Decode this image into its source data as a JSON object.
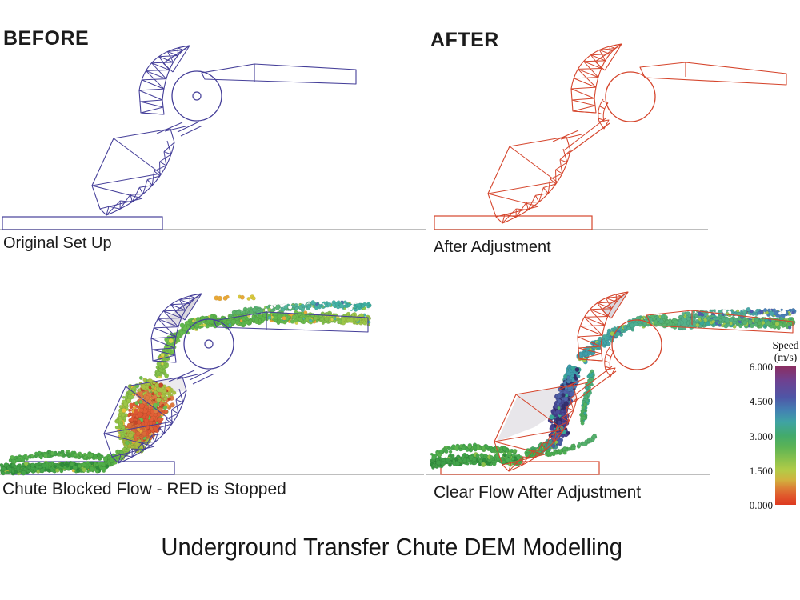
{
  "title": "Underground Transfer Chute DEM Modelling",
  "panels": {
    "before": {
      "header": "BEFORE",
      "caption": "Original Set Up"
    },
    "after": {
      "header": "AFTER",
      "caption": "After Adjustment"
    },
    "blocked": {
      "caption": "Chute Blocked Flow - RED is Stopped"
    },
    "clear": {
      "caption": "Clear Flow After Adjustment"
    }
  },
  "legend": {
    "title_line1": "Speed",
    "title_line2": "(m/s)",
    "ticks": [
      "6.000",
      "4.500",
      "3.000",
      "1.500",
      "0.000"
    ],
    "gradient": [
      [
        0.0,
        "#8b2e62"
      ],
      [
        0.1,
        "#6f4190"
      ],
      [
        0.22,
        "#4f55a6"
      ],
      [
        0.32,
        "#4382b2"
      ],
      [
        0.4,
        "#3fa3a4"
      ],
      [
        0.5,
        "#43aa6b"
      ],
      [
        0.58,
        "#5bb355"
      ],
      [
        0.68,
        "#8ec24c"
      ],
      [
        0.75,
        "#b3cb47"
      ],
      [
        0.82,
        "#d1b23f"
      ],
      [
        0.88,
        "#dc7e35"
      ],
      [
        0.94,
        "#e0552b"
      ],
      [
        1.0,
        "#de3a20"
      ]
    ]
  },
  "colors": {
    "before_wireframe": "#453f99",
    "after_wireframe": "#d5452c",
    "ground": "#a9a9a9",
    "shade": "#d9d6dc",
    "background": "#ffffff"
  },
  "simulation": {
    "blocked": {
      "flows": [
        {
          "name": "belt-top-layer",
          "spine": [
            [
              462,
              384
            ],
            [
              425,
              381
            ],
            [
              385,
              383
            ],
            [
              345,
              385
            ],
            [
              310,
              390
            ],
            [
              285,
              396
            ]
          ],
          "width": 10,
          "count": 260,
          "radius": [
            1.6,
            2.8
          ],
          "colors": [
            "#3fb0a2",
            "#49b4a8",
            "#52b49a",
            "#5ab478",
            "#5cb46a"
          ],
          "jitter": [
            [
              "#ffffff",
              0.1
            ],
            [
              "#8cc84f",
              0.08
            ],
            [
              "#4f6fb0",
              0.03
            ]
          ]
        },
        {
          "name": "belt-main",
          "spine": [
            [
              462,
              400
            ],
            [
              420,
              398
            ],
            [
              375,
              397
            ],
            [
              330,
              398
            ],
            [
              298,
              401
            ],
            [
              281,
              404
            ]
          ],
          "width": 14,
          "count": 430,
          "radius": [
            1.7,
            3.0
          ],
          "colors": [
            "#9cc648",
            "#84c04b",
            "#6cbc4e",
            "#60b84d",
            "#5cb44c"
          ],
          "jitter": [
            [
              "#d4d44e",
              0.08
            ],
            [
              "#e8a838",
              0.04
            ],
            [
              "#49b4a8",
              0.05
            ]
          ]
        },
        {
          "name": "hood-stream",
          "spine": [
            [
              281,
              401
            ],
            [
              255,
              402
            ],
            [
              233,
              409
            ],
            [
              217,
              422
            ],
            [
              208,
              439
            ],
            [
              203,
              457
            ],
            [
              200,
              472
            ]
          ],
          "width": 15,
          "count": 300,
          "radius": [
            1.7,
            3.0
          ],
          "colors": [
            "#5cb44c",
            "#60b84e",
            "#68bc4f",
            "#76c04d",
            "#84c24a"
          ],
          "jitter": [
            [
              "#d4d44e",
              0.05
            ],
            [
              "#e8a838",
              0.03
            ]
          ]
        },
        {
          "name": "chute-blocked",
          "spine": [
            [
              199,
              480
            ],
            [
              193,
              496
            ],
            [
              186,
              513
            ],
            [
              178,
              530
            ],
            [
              170,
              546
            ],
            [
              163,
              559
            ]
          ],
          "width": [
            56,
            36
          ],
          "count": 800,
          "radius": [
            1.8,
            3.2
          ],
          "colors": [
            "#a8c244",
            "#dd7a42",
            "#e25f36",
            "#de5833",
            "#d96a38",
            "#a8b93f"
          ],
          "jitter": [
            [
              "#6cbc4f",
              0.08
            ],
            [
              "#e8a838",
              0.06
            ],
            [
              "#c64628",
              0.08
            ]
          ]
        },
        {
          "name": "chute-left-edge",
          "spine": [
            [
              167,
              484
            ],
            [
              156,
              506
            ],
            [
              150,
              528
            ],
            [
              152,
              548
            ]
          ],
          "width": 11,
          "count": 150,
          "radius": [
            1.6,
            2.8
          ],
          "colors": [
            "#8cc24a",
            "#9cc646",
            "#90c447"
          ],
          "jitter": [
            [
              "#e8c23a",
              0.08
            ]
          ]
        },
        {
          "name": "exit-stream",
          "spine": [
            [
              161,
              561
            ],
            [
              148,
              571
            ],
            [
              133,
              578
            ]
          ],
          "width": 12,
          "count": 110,
          "radius": [
            1.7,
            3.0
          ],
          "colors": [
            "#8cc24a",
            "#66b848",
            "#54b048"
          ],
          "jitter": []
        },
        {
          "name": "bottom-belt",
          "spine": [
            [
              134,
              583
            ],
            [
              105,
              584
            ],
            [
              72,
              583
            ],
            [
              42,
              585
            ],
            [
              14,
              586
            ],
            [
              2,
              587
            ]
          ],
          "width": 13,
          "count": 430,
          "radius": [
            1.7,
            3.0
          ],
          "colors": [
            "#50ae48",
            "#49a846",
            "#44a449",
            "#41a046"
          ],
          "jitter": [
            [
              "#2f8f3c",
              0.14
            ],
            [
              "#8cc24a",
              0.1
            ],
            [
              "#e8c23a",
              0.02
            ]
          ]
        },
        {
          "name": "bottom-belt-surface",
          "spine": [
            [
              128,
              571
            ],
            [
              98,
              569
            ],
            [
              66,
              567
            ],
            [
              38,
              571
            ],
            [
              12,
              576
            ]
          ],
          "width": 8,
          "count": 150,
          "radius": [
            1.6,
            2.8
          ],
          "colors": [
            "#4aa847",
            "#47a449",
            "#4cac4b"
          ],
          "jitter": [
            [
              "#5ab44e",
              0.3
            ]
          ]
        },
        {
          "name": "stray-dots",
          "spine": [
            [
              268,
              373
            ],
            [
              300,
              371
            ],
            [
              332,
              373
            ]
          ],
          "width": 4,
          "count": 9,
          "radius": [
            2.0,
            3.0
          ],
          "colors": [
            "#e8a838",
            "#d8c83e"
          ],
          "jitter": []
        }
      ]
    },
    "clear": {
      "flows": [
        {
          "name": "belt-top-layer",
          "spine": [
            [
              993,
              391
            ],
            [
              952,
              391
            ],
            [
              912,
              391
            ],
            [
              872,
              393
            ],
            [
              848,
              397
            ]
          ],
          "width": 9,
          "count": 230,
          "radius": [
            1.6,
            2.8
          ],
          "colors": [
            "#4a80b8",
            "#4aa8a8",
            "#52b096",
            "#56b288"
          ],
          "jitter": [
            [
              "#ffffff",
              0.12
            ],
            [
              "#9cc84f",
              0.1
            ],
            [
              "#4f5fb0",
              0.12
            ]
          ]
        },
        {
          "name": "belt-main",
          "spine": [
            [
              993,
              404
            ],
            [
              950,
              403
            ],
            [
              905,
              402
            ],
            [
              868,
              403
            ],
            [
              845,
              406
            ]
          ],
          "width": 13,
          "count": 430,
          "radius": [
            1.7,
            3.0
          ],
          "colors": [
            "#5ab460",
            "#55b272",
            "#52b080",
            "#54b08a"
          ],
          "jitter": [
            [
              "#9cc84f",
              0.14
            ],
            [
              "#4f6fb0",
              0.05
            ],
            [
              "#3aa897",
              0.1
            ]
          ]
        },
        {
          "name": "hood-stream",
          "spine": [
            [
              845,
              404
            ],
            [
              818,
              400
            ],
            [
              795,
              404
            ],
            [
              775,
              412
            ],
            [
              757,
              424
            ],
            [
              740,
              436
            ],
            [
              724,
              450
            ]
          ],
          "width": 14,
          "count": 320,
          "radius": [
            1.7,
            3.0
          ],
          "colors": [
            "#58b470",
            "#52b080",
            "#4cae92",
            "#48aa9e",
            "#44a4a8",
            "#42a0ac"
          ],
          "jitter": [
            [
              "#9cc84f",
              0.05
            ],
            [
              "#4f6fb0",
              0.05
            ]
          ]
        },
        {
          "name": "fall-fast",
          "spine": [
            [
              718,
              460
            ],
            [
              712,
              478
            ],
            [
              706,
              496
            ],
            [
              700,
              514
            ],
            [
              698,
              530
            ],
            [
              700,
              545
            ]
          ],
          "width": [
            17,
            24
          ],
          "count": 540,
          "radius": [
            1.8,
            3.2
          ],
          "colors": [
            "#3f9fae",
            "#4a7cb2",
            "#4f62aa",
            "#4a4c98",
            "#443f8c",
            "#4a4494"
          ],
          "jitter": [
            [
              "#342f6e",
              0.14
            ],
            [
              "#3aa897",
              0.05
            ],
            [
              "#56b26e",
              0.05
            ]
          ]
        },
        {
          "name": "fall-edge",
          "spine": [
            [
              741,
              462
            ],
            [
              735,
              486
            ],
            [
              731,
              510
            ],
            [
              728,
              530
            ]
          ],
          "width": 8,
          "count": 110,
          "radius": [
            1.6,
            2.8
          ],
          "colors": [
            "#56b26e",
            "#4cae7a",
            "#50b060"
          ],
          "jitter": [
            [
              "#3aa897",
              0.2
            ]
          ]
        },
        {
          "name": "chute-deflect",
          "spine": [
            [
              700,
              548
            ],
            [
              689,
              556
            ],
            [
              674,
              562
            ],
            [
              658,
              568
            ]
          ],
          "width": 13,
          "count": 160,
          "radius": [
            1.7,
            3.0
          ],
          "colors": [
            "#4c5ea6",
            "#46968a",
            "#48aa64",
            "#4cae52"
          ],
          "jitter": [
            [
              "#8cc24a",
              0.06
            ]
          ]
        },
        {
          "name": "slope-trickle",
          "spine": [
            [
              745,
              546
            ],
            [
              726,
              556
            ],
            [
              703,
              564
            ],
            [
              682,
              568
            ]
          ],
          "width": 6,
          "count": 80,
          "radius": [
            1.6,
            2.6
          ],
          "colors": [
            "#56b26e",
            "#50ae5c",
            "#4cae52"
          ],
          "jitter": []
        },
        {
          "name": "pile",
          "spine": [
            [
              652,
              574
            ],
            [
              622,
              575
            ],
            [
              592,
              574
            ],
            [
              562,
              576
            ],
            [
              540,
              580
            ]
          ],
          "width": 13,
          "count": 390,
          "radius": [
            1.7,
            3.0
          ],
          "colors": [
            "#4cae52",
            "#46a84c",
            "#42a44a",
            "#3f9e48"
          ],
          "jitter": [
            [
              "#2f8f3c",
              0.14
            ],
            [
              "#8cc24a",
              0.08
            ]
          ]
        },
        {
          "name": "pile-surface",
          "spine": [
            [
              645,
              564
            ],
            [
              612,
              561
            ],
            [
              582,
              559
            ],
            [
              556,
              562
            ],
            [
              540,
              570
            ]
          ],
          "width": 8,
          "count": 140,
          "radius": [
            1.6,
            2.8
          ],
          "colors": [
            "#46a84c",
            "#4aac4e"
          ],
          "jitter": [
            [
              "#5ab44e",
              0.25
            ]
          ]
        }
      ]
    }
  }
}
